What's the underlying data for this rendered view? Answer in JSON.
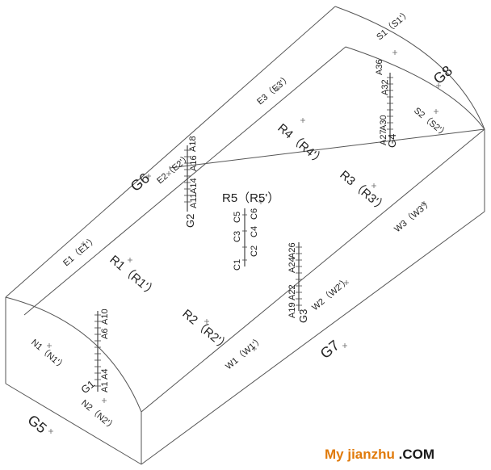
{
  "diagram": {
    "labels": {
      "S1": "S1（S1'）",
      "A36": "A36",
      "A32": "A32",
      "G8": "G8",
      "E3": "E3（E3'）",
      "S2": "S2（S2'）",
      "A30": "A30",
      "A27": "A27",
      "G4": "G4",
      "R4": "R4（R4'）",
      "A18": "A18",
      "A16": "A16",
      "E2": "E2（E2'）",
      "G6": "G6",
      "R3": "R3（R3'）",
      "A14": "A14",
      "A11": "A11",
      "R5": "R5（R5'）",
      "G2": "G2",
      "C5": "C5",
      "C6": "C6",
      "C3": "C3",
      "C4": "C4",
      "C1": "C1",
      "C2": "C2",
      "W3": "W3（W3'）",
      "E1": "E1（E1'）",
      "A26": "A26",
      "A24": "A24",
      "R1": "R1（R1'）",
      "A22": "A22",
      "A19": "A19",
      "G3": "G3",
      "W2": "W2（W2'）",
      "A10": "A10",
      "A6": "A6",
      "R2": "R2（R2'）",
      "N1": "N1（N1'）",
      "W1": "W1（W1'）",
      "G7": "G7",
      "A4": "A4",
      "A1": "A1",
      "G1": "G1",
      "N2": "N2（N2'）",
      "G5": "G5"
    }
  },
  "watermark": {
    "prefix": "My",
    "brand": " jianzhu ",
    "suffix": ".COM",
    "prefix_color": "#e07a0a",
    "brand_color": "#e07a0a",
    "suffix_color": "#1a1a1a"
  }
}
